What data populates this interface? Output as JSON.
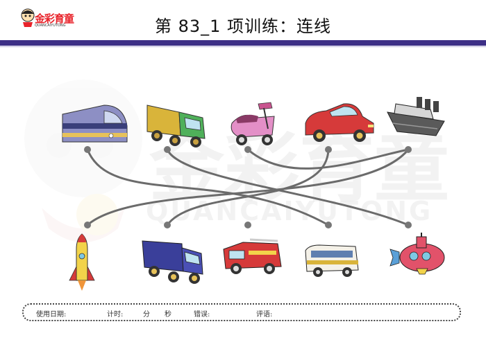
{
  "header": {
    "logo_text": "金彩育童",
    "logo_sub": "QUANCAIYUTONG",
    "title": "第 83_1 项训练：连线"
  },
  "watermark": {
    "text": "金彩育童",
    "sub": "QUANCAIYUTONG"
  },
  "top_row": [
    {
      "name": "bullet-train"
    },
    {
      "name": "truck"
    },
    {
      "name": "scooter"
    },
    {
      "name": "car"
    },
    {
      "name": "ship"
    }
  ],
  "bottom_row": [
    {
      "name": "rocket"
    },
    {
      "name": "armored-van"
    },
    {
      "name": "fire-truck"
    },
    {
      "name": "bus"
    },
    {
      "name": "submarine"
    }
  ],
  "footer": {
    "date_label": "使用日期:",
    "time_label": "计时:",
    "min_label": "分",
    "sec_label": "秒",
    "error_label": "错误:",
    "rating_label": "评语:"
  },
  "colors": {
    "header_bar": "#3d2f86",
    "connector": "#6b6b6b"
  }
}
